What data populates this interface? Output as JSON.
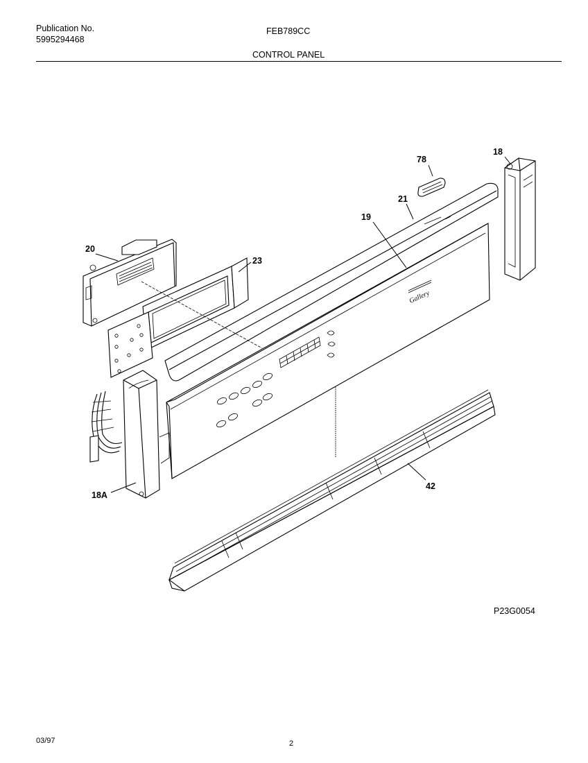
{
  "header": {
    "publication_label": "Publication No.",
    "publication_number": "5995294468",
    "model": "FEB789CC",
    "section_title": "CONTROL PANEL"
  },
  "callouts": {
    "part_78": "78",
    "part_18": "18",
    "part_21": "21",
    "part_19": "19",
    "part_20": "20",
    "part_23": "23",
    "part_18a": "18A",
    "part_42": "42"
  },
  "panel_logo": "Gallery",
  "figure_code": "P23G0054",
  "footer": {
    "date": "03/97",
    "page_number": "2"
  }
}
